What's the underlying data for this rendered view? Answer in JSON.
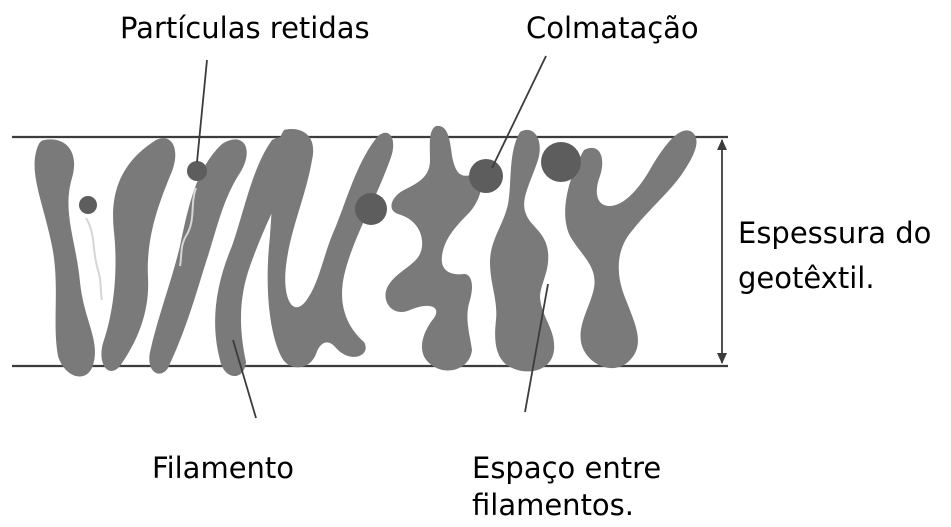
{
  "labels": {
    "retained_particles": "Partículas retidas",
    "clogging": "Colmatação",
    "thickness_line1": "Espessura do",
    "thickness_line2": "geotêxtil.",
    "filament": "Filamento",
    "space_line1": "Espaço entre",
    "space_line2": "filamentos."
  },
  "colors": {
    "filament_fill": "#7a7a7a",
    "particle_fill": "#5d5d5d",
    "lines": "#3c3c3c"
  }
}
